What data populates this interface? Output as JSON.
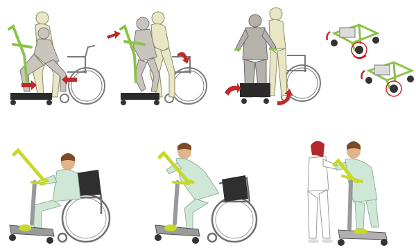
{
  "figure": {
    "panels": [
      {
        "id": "seated-hold",
        "figure_color": "#e8e6c4"
      },
      {
        "id": "standing-lift",
        "figure_color": "#c9c5bd"
      },
      {
        "id": "walk-turn",
        "figure_color": "#b5b2ac"
      },
      {
        "id": "wheel-brakes",
        "figure_color": "#ffffff"
      },
      {
        "id": "wheelchair-pull",
        "figure_color": "#cde8d4"
      },
      {
        "id": "assisted-stand",
        "figure_color": "#cde8d4"
      },
      {
        "id": "nurse-assist",
        "figure_color": "#ffffff"
      }
    ],
    "colors": {
      "frame_green": "#8bc34a",
      "arm_yellow": "#c8d82b",
      "arrow_red": "#c0282a",
      "wheelchair_gray": "#8a8a8a",
      "base_black": "#2b2b2b",
      "scrubs_green": "#cfe7d6",
      "nurse_hair": "#b3282c"
    }
  }
}
